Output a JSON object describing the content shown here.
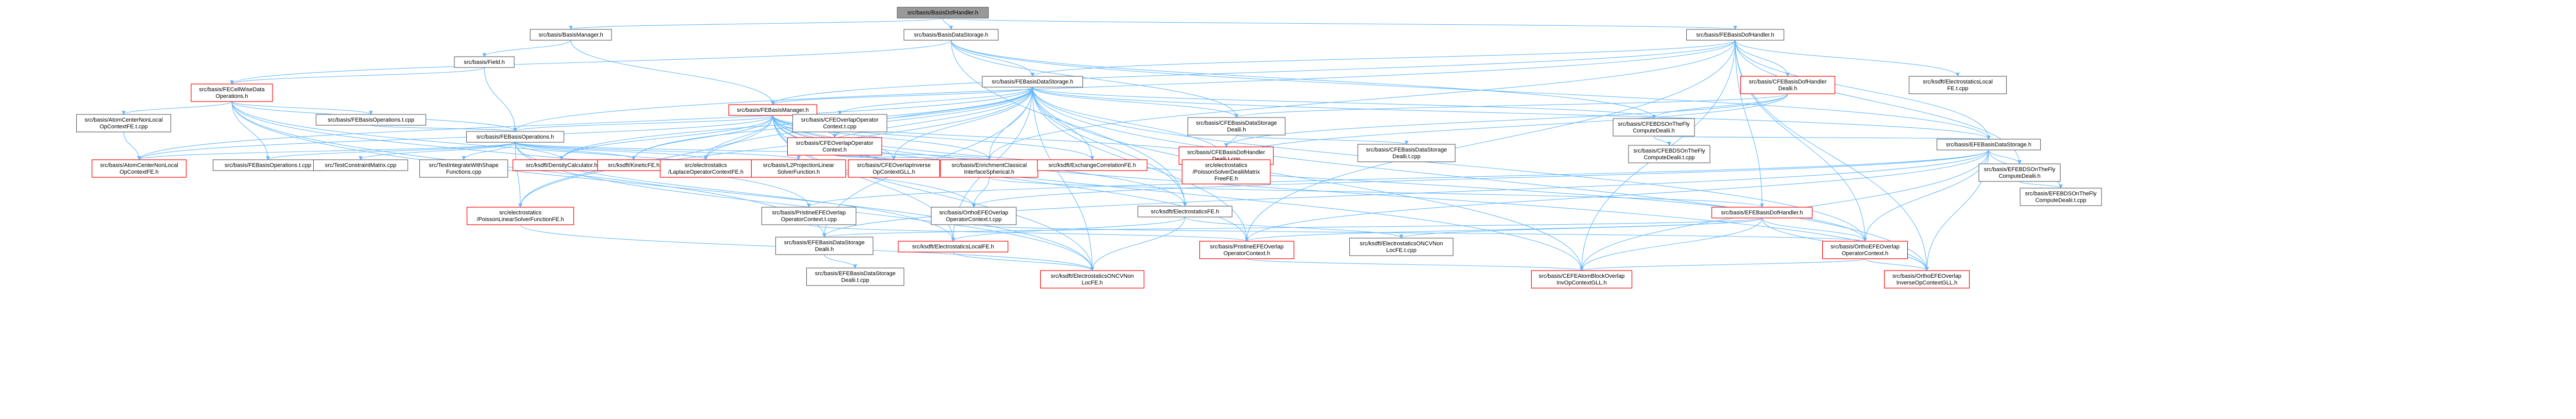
{
  "graph": {
    "title": "",
    "colors": {
      "root_fill": "#999999",
      "node_fill": "#ffffff",
      "node_border": "#666666",
      "highlight_border": "#ff0000",
      "edge": "#63b8ff"
    },
    "nodes": [
      {
        "id": "n0",
        "lines": [
          "src/basis/BasisDofHandler.h"
        ],
        "style": "root"
      },
      {
        "id": "n1",
        "lines": [
          "src/basis/BasisManager.h"
        ],
        "style": "normal"
      },
      {
        "id": "n2",
        "lines": [
          "src/basis/BasisDataStorage.h"
        ],
        "style": "normal"
      },
      {
        "id": "n3",
        "lines": [
          "src/basis/FEBasisDofHandler.h"
        ],
        "style": "normal"
      },
      {
        "id": "n4",
        "lines": [
          "src/basis/Field.h"
        ],
        "style": "normal"
      },
      {
        "id": "n5",
        "lines": [
          "src/basis/FECellWiseData",
          "Operations.h"
        ],
        "style": "red"
      },
      {
        "id": "n6",
        "lines": [
          "src/basis/FEBasisDataStorage.h"
        ],
        "style": "normal"
      },
      {
        "id": "n7",
        "lines": [
          "src/basis/CFEBasisDofHandler",
          "Dealii.h"
        ],
        "style": "red"
      },
      {
        "id": "n8",
        "lines": [
          "src/ksdft/ElectrostaticsLocal",
          "FE.t.cpp"
        ],
        "style": "normal"
      },
      {
        "id": "n9",
        "lines": [
          "src/basis/FEBasisManager.h"
        ],
        "style": "red"
      },
      {
        "id": "n10",
        "lines": [
          "src/basis/CFEOverlapOperator",
          "Context.t.cpp"
        ],
        "style": "normal"
      },
      {
        "id": "n11",
        "lines": [
          "src/basis/FEBasisOperations.t.cpp"
        ],
        "style": "normal"
      },
      {
        "id": "n12",
        "lines": [
          "src/basis/AtomCenterNonLocal",
          "OpContextFE.t.cpp"
        ],
        "style": "normal"
      },
      {
        "id": "n13",
        "lines": [
          "src/basis/CFEBasisDataStorage",
          "Dealii.h"
        ],
        "style": "normal"
      },
      {
        "id": "n14",
        "lines": [
          "src/basis/CFEBDSOnTheFly",
          "ComputeDealii.h"
        ],
        "style": "normal"
      },
      {
        "id": "n15",
        "lines": [
          "src/basis/FEBasisOperations.h"
        ],
        "style": "normal"
      },
      {
        "id": "n16",
        "lines": [
          "src/basis/CFEOverlapOperator",
          "Context.h"
        ],
        "style": "red"
      },
      {
        "id": "n17",
        "lines": [
          "src/basis/CFEBasisDofHandler",
          "Dealii.t.cpp"
        ],
        "style": "red"
      },
      {
        "id": "n18",
        "lines": [
          "src/basis/CFEBasisDataStorage",
          "Dealii.t.cpp"
        ],
        "style": "normal"
      },
      {
        "id": "n19",
        "lines": [
          "src/basis/CFEBDSOnTheFly",
          "ComputeDealii.t.cpp"
        ],
        "style": "normal"
      },
      {
        "id": "n20",
        "lines": [
          "src/basis/EFEBasisDataStorage.h"
        ],
        "style": "normal"
      },
      {
        "id": "n21",
        "lines": [
          "src/basis/AtomCenterNonLocal",
          "OpContextFE.h"
        ],
        "style": "red"
      },
      {
        "id": "n22",
        "lines": [
          "src/basis/FEBasisOperations.t.cpp"
        ],
        "style": "normal"
      },
      {
        "id": "n23",
        "lines": [
          "src/TestConstraintMatrix.cpp"
        ],
        "style": "normal"
      },
      {
        "id": "n24",
        "lines": [
          "src/TestIntegrateWithShape",
          "Functions.cpp"
        ],
        "style": "normal"
      },
      {
        "id": "n25",
        "lines": [
          "src/ksdft/DensityCalculator.h"
        ],
        "style": "red"
      },
      {
        "id": "n26",
        "lines": [
          "src/ksdft/KineticFE.h"
        ],
        "style": "red"
      },
      {
        "id": "n27",
        "lines": [
          "src/electrostatics",
          "/LaplaceOperatorContextFE.h"
        ],
        "style": "red"
      },
      {
        "id": "n28",
        "lines": [
          "src/basis/L2ProjectionLinear",
          "SolverFunction.h"
        ],
        "style": "red"
      },
      {
        "id": "n29",
        "lines": [
          "src/basis/CFEOverlapInverse",
          "OpContextGLL.h"
        ],
        "style": "red"
      },
      {
        "id": "n30",
        "lines": [
          "src/basis/EnrichmentClassical",
          "InterfaceSpherical.h"
        ],
        "style": "red"
      },
      {
        "id": "n31",
        "lines": [
          "src/ksdft/ExchangeCorrelationFE.h"
        ],
        "style": "red"
      },
      {
        "id": "n32",
        "lines": [
          "src/electrostatics",
          "/PoissonSolverDealiiMatrix",
          "FreeFE.h"
        ],
        "style": "red"
      },
      {
        "id": "n33",
        "lines": [
          "src/basis/EFEBDSOnTheFly",
          "ComputeDealii.h"
        ],
        "style": "normal"
      },
      {
        "id": "n34",
        "lines": [
          "src/basis/EFEBDSOnTheFly",
          "ComputeDealii.t.cpp"
        ],
        "style": "normal"
      },
      {
        "id": "n35",
        "lines": [
          "src/electrostatics",
          "/PoissonLinearSolverFunctionFE.h"
        ],
        "style": "red"
      },
      {
        "id": "n36",
        "lines": [
          "src/basis/PristineEFEOverlap",
          "OperatorContext.t.cpp"
        ],
        "style": "normal"
      },
      {
        "id": "n37",
        "lines": [
          "src/basis/OrthoEFEOverlap",
          "OperatorContext.t.cpp"
        ],
        "style": "normal"
      },
      {
        "id": "n38",
        "lines": [
          "src/ksdft/ElectrostaticsFE.h"
        ],
        "style": "normal"
      },
      {
        "id": "n39",
        "lines": [
          "src/basis/EFEBasisDofHandler.h"
        ],
        "style": "red"
      },
      {
        "id": "n40",
        "lines": [
          "src/basis/EFEBasisDataStorage",
          "Dealii.h"
        ],
        "style": "normal"
      },
      {
        "id": "n41",
        "lines": [
          "src/ksdft/ElectrostaticsLocalFE.h"
        ],
        "style": "red"
      },
      {
        "id": "n42",
        "lines": [
          "src/basis/PristineEFEOverlap",
          "OperatorContext.h"
        ],
        "style": "red"
      },
      {
        "id": "n43",
        "lines": [
          "src/ksdft/ElectrostaticsONCVNon",
          "LocFE.t.cpp"
        ],
        "style": "normal"
      },
      {
        "id": "n44",
        "lines": [
          "src/basis/OrthoEFEOverlap",
          "OperatorContext.h"
        ],
        "style": "red"
      },
      {
        "id": "n45",
        "lines": [
          "src/basis/EFEBasisDataStorage",
          "Dealii.t.cpp"
        ],
        "style": "normal"
      },
      {
        "id": "n46",
        "lines": [
          "src/ksdft/ElectrostaticsONCVNon",
          "LocFE.h"
        ],
        "style": "red"
      },
      {
        "id": "n47",
        "lines": [
          "src/basis/CEFEAtomBlockOverlap",
          "InvOpContextGLL.h"
        ],
        "style": "red"
      },
      {
        "id": "n48",
        "lines": [
          "src/basis/OrthoEFEOverlap",
          "InverseOpContextGLL.h"
        ],
        "style": "red"
      }
    ],
    "edges": [
      [
        "n0",
        "n1"
      ],
      [
        "n0",
        "n2"
      ],
      [
        "n0",
        "n3"
      ],
      [
        "n1",
        "n4"
      ],
      [
        "n1",
        "n9"
      ],
      [
        "n2",
        "n5"
      ],
      [
        "n2",
        "n6"
      ],
      [
        "n2",
        "n13"
      ],
      [
        "n2",
        "n20"
      ],
      [
        "n2",
        "n14"
      ],
      [
        "n2",
        "n38"
      ],
      [
        "n3",
        "n6"
      ],
      [
        "n3",
        "n7"
      ],
      [
        "n3",
        "n8"
      ],
      [
        "n3",
        "n9"
      ],
      [
        "n3",
        "n15"
      ],
      [
        "n3",
        "n20"
      ],
      [
        "n3",
        "n39"
      ],
      [
        "n3",
        "n30"
      ],
      [
        "n3",
        "n42"
      ],
      [
        "n3",
        "n44"
      ],
      [
        "n3",
        "n47"
      ],
      [
        "n3",
        "n48"
      ],
      [
        "n3",
        "n33"
      ],
      [
        "n4",
        "n5"
      ],
      [
        "n4",
        "n15"
      ],
      [
        "n5",
        "n11"
      ],
      [
        "n5",
        "n12"
      ],
      [
        "n5",
        "n15"
      ],
      [
        "n5",
        "n22"
      ],
      [
        "n5",
        "n36"
      ],
      [
        "n5",
        "n37"
      ],
      [
        "n5",
        "n40"
      ],
      [
        "n5",
        "n46"
      ],
      [
        "n6",
        "n13"
      ],
      [
        "n6",
        "n9"
      ],
      [
        "n6",
        "n10"
      ],
      [
        "n6",
        "n14"
      ],
      [
        "n6",
        "n16"
      ],
      [
        "n6",
        "n20"
      ],
      [
        "n6",
        "n28"
      ],
      [
        "n6",
        "n29"
      ],
      [
        "n6",
        "n30"
      ],
      [
        "n6",
        "n31"
      ],
      [
        "n6",
        "n32"
      ],
      [
        "n6",
        "n38"
      ],
      [
        "n6",
        "n41"
      ],
      [
        "n6",
        "n25"
      ],
      [
        "n6",
        "n26"
      ],
      [
        "n6",
        "n27"
      ],
      [
        "n6",
        "n35"
      ],
      [
        "n6",
        "n40"
      ],
      [
        "n6",
        "n46"
      ],
      [
        "n6",
        "n47"
      ],
      [
        "n6",
        "n48"
      ],
      [
        "n6",
        "n42"
      ],
      [
        "n6",
        "n44"
      ],
      [
        "n6",
        "n21"
      ],
      [
        "n7",
        "n13"
      ],
      [
        "n7",
        "n14"
      ],
      [
        "n7",
        "n17"
      ],
      [
        "n7",
        "n32"
      ],
      [
        "n9",
        "n15"
      ],
      [
        "n9",
        "n16"
      ],
      [
        "n9",
        "n21"
      ],
      [
        "n9",
        "n25"
      ],
      [
        "n9",
        "n26"
      ],
      [
        "n9",
        "n27"
      ],
      [
        "n9",
        "n28"
      ],
      [
        "n9",
        "n29"
      ],
      [
        "n9",
        "n30"
      ],
      [
        "n9",
        "n31"
      ],
      [
        "n9",
        "n32"
      ],
      [
        "n9",
        "n35"
      ],
      [
        "n9",
        "n38"
      ],
      [
        "n9",
        "n41"
      ],
      [
        "n9",
        "n42"
      ],
      [
        "n9",
        "n44"
      ],
      [
        "n9",
        "n46"
      ],
      [
        "n9",
        "n47"
      ],
      [
        "n9",
        "n48"
      ],
      [
        "n10",
        "n16"
      ],
      [
        "n11",
        "n15"
      ],
      [
        "n12",
        "n21"
      ],
      [
        "n13",
        "n18"
      ],
      [
        "n13",
        "n17"
      ],
      [
        "n14",
        "n19"
      ],
      [
        "n14",
        "n20"
      ],
      [
        "n15",
        "n21"
      ],
      [
        "n15",
        "n22"
      ],
      [
        "n15",
        "n23"
      ],
      [
        "n15",
        "n24"
      ],
      [
        "n15",
        "n25"
      ],
      [
        "n15",
        "n26"
      ],
      [
        "n15",
        "n27"
      ],
      [
        "n15",
        "n28"
      ],
      [
        "n15",
        "n30"
      ],
      [
        "n15",
        "n35"
      ],
      [
        "n15",
        "n41"
      ],
      [
        "n15",
        "n46"
      ],
      [
        "n16",
        "n29"
      ],
      [
        "n16",
        "n30"
      ],
      [
        "n20",
        "n33"
      ],
      [
        "n20",
        "n34"
      ],
      [
        "n20",
        "n40"
      ],
      [
        "n20",
        "n36"
      ],
      [
        "n20",
        "n37"
      ],
      [
        "n20",
        "n42"
      ],
      [
        "n20",
        "n44"
      ],
      [
        "n20",
        "n47"
      ],
      [
        "n20",
        "n48"
      ],
      [
        "n33",
        "n34"
      ],
      [
        "n30",
        "n37"
      ],
      [
        "n30",
        "n39"
      ],
      [
        "n38",
        "n41"
      ],
      [
        "n38",
        "n43"
      ],
      [
        "n38",
        "n46"
      ],
      [
        "n39",
        "n40"
      ],
      [
        "n39",
        "n42"
      ],
      [
        "n39",
        "n44"
      ],
      [
        "n39",
        "n47"
      ],
      [
        "n39",
        "n48"
      ],
      [
        "n39",
        "n43"
      ],
      [
        "n40",
        "n45"
      ],
      [
        "n42",
        "n47"
      ],
      [
        "n44",
        "n48"
      ],
      [
        "n44",
        "n47"
      ],
      [
        "n41",
        "n46"
      ],
      [
        "n35",
        "n46"
      ],
      [
        "n36",
        "n42"
      ],
      [
        "n37",
        "n44"
      ]
    ]
  }
}
